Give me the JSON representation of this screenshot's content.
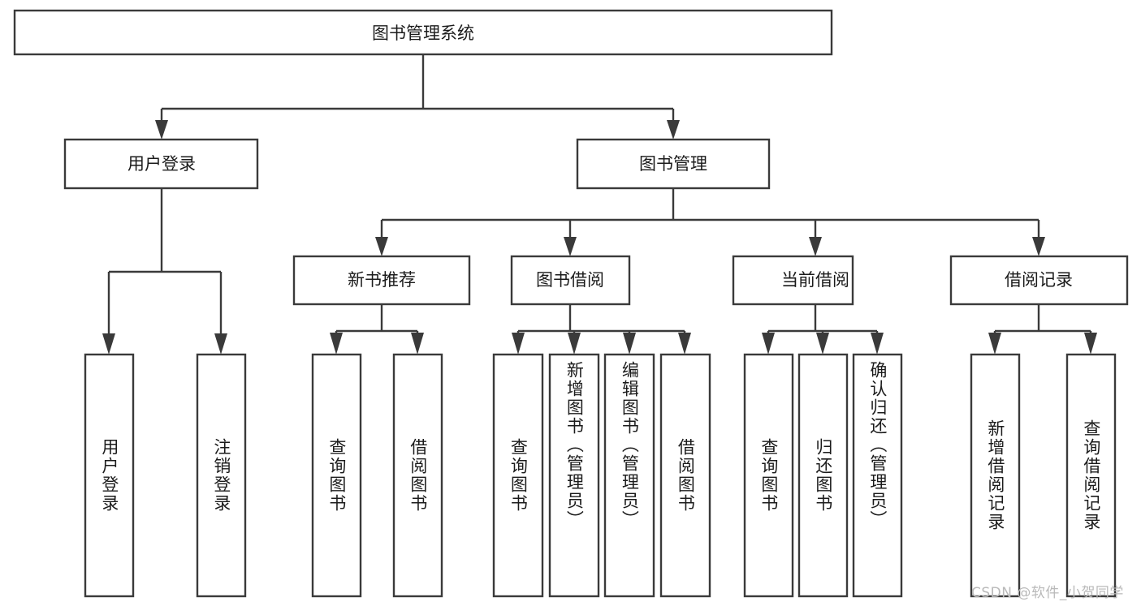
{
  "diagram": {
    "title": "图书管理系统",
    "type": "tree-hierarchy-chart",
    "background_color": "#ffffff",
    "line_color": "#3a3a3a",
    "text_color": "#1b1b1b",
    "root": {
      "id": "root",
      "label": "图书管理系统"
    },
    "level1": [
      {
        "id": "user-login",
        "label": "用户登录"
      },
      {
        "id": "book-manage",
        "label": "图书管理"
      }
    ],
    "level2": [
      {
        "id": "new-book-recommend",
        "label": "新书推荐",
        "parent": "book-manage"
      },
      {
        "id": "book-borrow",
        "label": "图书借阅",
        "parent": "book-manage"
      },
      {
        "id": "current-borrow",
        "label": "当前借阅",
        "parent": "book-manage"
      },
      {
        "id": "borrow-record",
        "label": "借阅记录",
        "parent": "book-manage"
      }
    ],
    "leaves": {
      "user-login": [
        {
          "id": "leaf-user-login",
          "label": "用户登录"
        },
        {
          "id": "leaf-user-logout",
          "label": "注销登录"
        }
      ],
      "new-book-recommend": [
        {
          "id": "leaf-query-book-1",
          "label": "查询图书"
        },
        {
          "id": "leaf-borrow-book-1",
          "label": "借阅图书"
        }
      ],
      "book-borrow": [
        {
          "id": "leaf-query-book-2",
          "label": "查询图书"
        },
        {
          "id": "leaf-add-book",
          "label": "新增图书（管理员）"
        },
        {
          "id": "leaf-edit-book",
          "label": "编辑图书（管理员）"
        },
        {
          "id": "leaf-borrow-book-2",
          "label": "借阅图书"
        }
      ],
      "current-borrow": [
        {
          "id": "leaf-query-book-3",
          "label": "查询图书"
        },
        {
          "id": "leaf-return-book",
          "label": "归还图书"
        },
        {
          "id": "leaf-confirm-return",
          "label": "确认归还（管理员）"
        }
      ],
      "borrow-record": [
        {
          "id": "leaf-add-record",
          "label": "新增借阅记录"
        },
        {
          "id": "leaf-query-record",
          "label": "查询借阅记录"
        }
      ]
    }
  },
  "watermark": {
    "text": "CSDN @软件_小贺同学"
  }
}
